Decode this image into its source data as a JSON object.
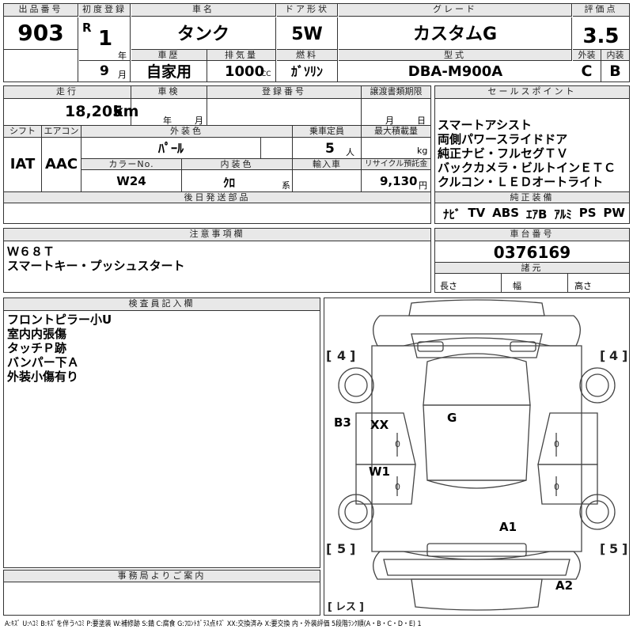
{
  "header": {
    "lot_label": "出品番号",
    "lot_no": "903",
    "reg_label": "初度登録",
    "era": "R",
    "reg_year": "1",
    "year_unit": "年",
    "reg_month": "9",
    "month_unit": "月",
    "name_label": "車名",
    "name": "タンク",
    "door_label": "ドア形状",
    "door": "5W",
    "grade_label": "グレード",
    "grade": "カスタムG",
    "score_label": "評価点",
    "score": "3.5",
    "ext_label": "外装",
    "ext": "C",
    "int_label": "内装",
    "int": "B",
    "history_label": "車歴",
    "history": "自家用",
    "disp_label": "排気量",
    "disp": "1000",
    "disp_unit": "CC",
    "fuel_label": "燃料",
    "fuel": "ｶﾞｿﾘﾝ",
    "model_label": "型式",
    "model": "DBA-M900A"
  },
  "info": {
    "mileage_label": "走行",
    "mileage": "18,205",
    "mileage_unit": "km",
    "inspection_label": "車検",
    "insp_year_unit": "年",
    "insp_month_unit": "月",
    "regno_label": "登録番号",
    "transfer_label": "譲渡書類期限",
    "transfer_month_unit": "月",
    "transfer_day_unit": "日",
    "shift_label": "シフト",
    "shift": "IAT",
    "ac_label": "エアコン",
    "ac": "AAC",
    "color_label": "外装色",
    "color": "ﾊﾟｰﾙ",
    "capacity_label": "乗車定員",
    "capacity": "5",
    "capacity_unit": "人",
    "load_label": "最大積載量",
    "load_unit": "kg",
    "colorno_label": "カラーNo.",
    "colorno": "W24",
    "intcolor_label": "内装色",
    "intcolor": "ｸﾛ",
    "intcolor_unit": "系",
    "import_label": "輸入車",
    "recycle_label": "リサイクル預託金",
    "recycle": "9,130",
    "recycle_unit": "円",
    "later_label": "後日発送部品"
  },
  "sales": {
    "label": "セールスポイント",
    "points": [
      "スマートアシスト",
      "両側パワースライドドア",
      "純正ナビ・フルセグＴＶ",
      "バックカメラ・ビルトインＥＴＣ",
      "クルコン・ＬＥＤオートライト"
    ],
    "equip_label": "純正装備",
    "equip": [
      "ﾅﾋﾞ",
      "TV",
      "ABS",
      "ｴｱB",
      "ｱﾙﾐ",
      "PS",
      "PW"
    ]
  },
  "notes": {
    "label": "注意事項欄",
    "lines": [
      "Ｗ６８Ｔ",
      "スマートキー・プッシュスタート"
    ]
  },
  "chassis": {
    "label": "車台番号",
    "number": "0376169",
    "dim_label": "諸元",
    "len_label": "長さ",
    "width_label": "幅",
    "height_label": "高さ"
  },
  "inspector": {
    "label": "検査員記入欄",
    "lines": [
      "フロントピラー小U",
      "室内内張傷",
      "タッチＰ跡",
      "バンパー下Ａ",
      "外装小傷有り"
    ]
  },
  "office": {
    "label": "事務局よりご案内"
  },
  "diagram": {
    "tire_fl": "4",
    "tire_fr": "4",
    "tire_rl": "5",
    "tire_rr": "5",
    "bracket_l": "[",
    "bracket_r": "]",
    "marks": [
      "B3",
      "XX",
      "G",
      "W1",
      "A1",
      "A2"
    ],
    "zeros": [
      "0",
      "0",
      "0",
      "0"
    ],
    "spare": "レス"
  },
  "legend": "A:ｷｽﾞ U:ﾍｺﾐ B:ｷｽﾞを伴うﾍｺﾐ P:要塗装 W:補修跡 S:錆 C:腐食 G:ﾌﾛﾝﾄｶﾞﾗｽ点ｷｽﾞ XX:交換済み X:要交換 内・外装評価 5段階ﾗﾝｸ順(A・B・C・D・E) 1"
}
